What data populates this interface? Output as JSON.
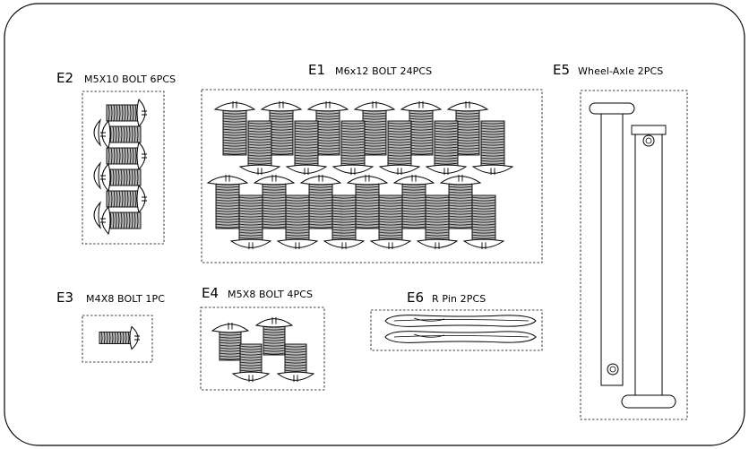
{
  "parts": [
    {
      "code": "E1",
      "desc": "M6x12 BOLT 24PCS"
    },
    {
      "code": "E2",
      "desc": "M5X10 BOLT 6PCS"
    },
    {
      "code": "E3",
      "desc": "M4X8 BOLT 1PC"
    },
    {
      "code": "E4",
      "desc": "M5X8 BOLT 4PCS"
    },
    {
      "code": "E5",
      "desc": "Wheel-Axle 2PCS"
    },
    {
      "code": "E6",
      "desc": "R Pin 2PCS"
    }
  ],
  "colors": {
    "line": "#000000",
    "shade": "#b9b9b9",
    "background": "#ffffff"
  }
}
